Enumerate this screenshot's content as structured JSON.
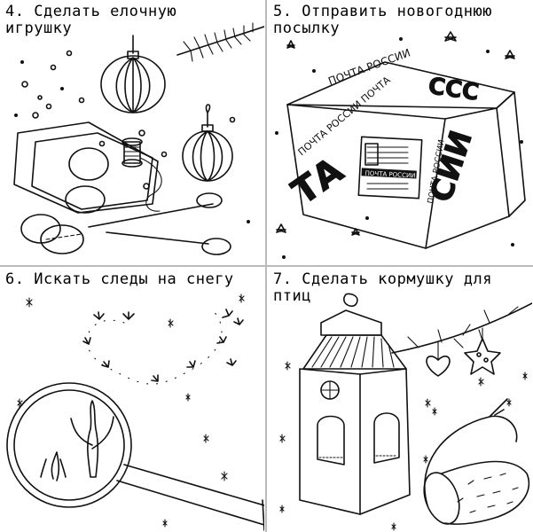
{
  "panels": [
    {
      "number": "4.",
      "line1": "Сделать елочную",
      "line2": "игрушку"
    },
    {
      "number": "5.",
      "line1": "Отправить новогоднюю",
      "line2": "посылку"
    },
    {
      "number": "6.",
      "line1": "Искать следы на снегу",
      "line2": ""
    },
    {
      "number": "7.",
      "line1": "Сделать кормушку для",
      "line2": "птиц"
    }
  ],
  "parcel": {
    "side_text_1": "ПОЧТА РОССИИ ПОЧТА",
    "top_text": "ПОЧТА РОССИИ",
    "label_text": "ПОЧТА РОССИИ"
  },
  "icons": [
    "ornament-icon",
    "parcel-icon",
    "magnifier-icon",
    "bird-feeder-icon"
  ]
}
